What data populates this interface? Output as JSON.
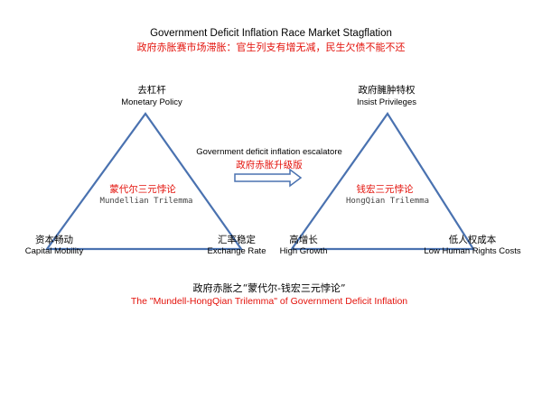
{
  "colors": {
    "triangle_stroke": "#4a72b0",
    "arrow_stroke": "#4a72b0",
    "accent_red": "#e3120b",
    "text_black": "#000000",
    "text_gray": "#444444"
  },
  "header": {
    "title_en": "Government Deficit Inflation Race Market Stagflation",
    "title_zh": "政府赤胀赛市场滞胀：官生列支有增无减，民生欠债不能不还"
  },
  "left_triangle": {
    "top": {
      "zh": "去杠杆",
      "en": "Monetary Policy"
    },
    "bottom_left": {
      "zh": "资本畅动",
      "en": "Capital Mobility"
    },
    "bottom_right": {
      "zh": "汇率稳定",
      "en": "Exchange Rate"
    },
    "center_zh": "蒙代尔三元悖论",
    "center_en": "Mundellian Trilemma"
  },
  "middle": {
    "label_en": "Government deficit inflation escalatore",
    "label_zh": "政府赤胀升级版",
    "arrow_icon": "right-arrow-icon"
  },
  "right_triangle": {
    "top": {
      "zh": "政府臃肿特权",
      "en": "Insist Privileges"
    },
    "bottom_left": {
      "zh": "高增长",
      "en": "High Growth"
    },
    "bottom_right": {
      "zh": "低人权成本",
      "en": "Low Human Rights Costs"
    },
    "center_zh": "钱宏三元悖论",
    "center_en": "HongQian Trilemma"
  },
  "footer": {
    "caption_zh": "政府赤胀之“蒙代尔-钱宏三元悖论”",
    "caption_en": "The \"Mundell-HongQian Trilemma\" of Government Deficit Inflation"
  }
}
